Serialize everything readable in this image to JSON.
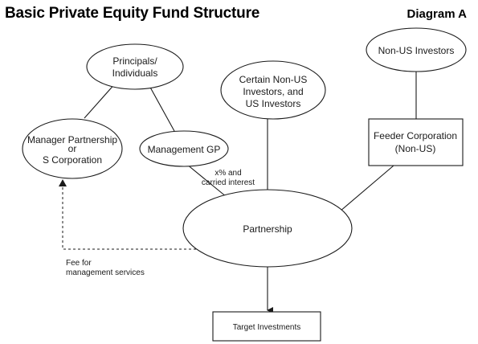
{
  "header": {
    "title": "Basic Private Equity Fund Structure",
    "diagram_label": "Diagram A"
  },
  "nodes": {
    "principals": {
      "line1": "Principals/",
      "line2": "Individuals"
    },
    "manager_partnership": {
      "line1": "Manager Partnership",
      "line2": "or",
      "line3": "S Corporation"
    },
    "management_gp": {
      "label": "Management GP"
    },
    "certain_investors": {
      "line1": "Certain Non-US",
      "line2": "Investors, and",
      "line3": "US Investors"
    },
    "non_us_investors": {
      "label": "Non-US Investors"
    },
    "feeder_corporation": {
      "line1": "Feeder Corporation",
      "line2": "(Non-US)"
    },
    "partnership": {
      "label": "Partnership"
    },
    "target_investments": {
      "label": "Target Investments"
    }
  },
  "edge_labels": {
    "carried_interest": {
      "line1": "x% and",
      "line2": "carried interest"
    },
    "fee": {
      "line1": "Fee for",
      "line2": "management services"
    }
  }
}
